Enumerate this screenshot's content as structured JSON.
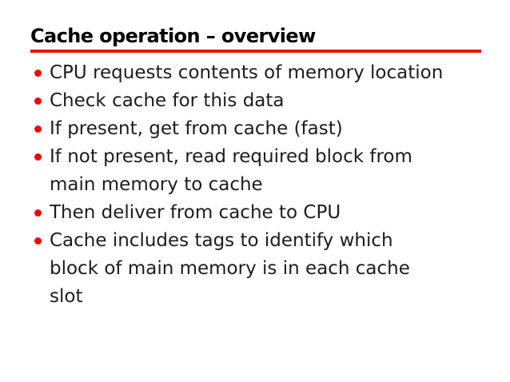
{
  "slide": {
    "title": "Cache operation – overview",
    "bullets": [
      {
        "lines": [
          "CPU requests contents of memory location"
        ]
      },
      {
        "lines": [
          "Check cache for this data"
        ]
      },
      {
        "lines": [
          "If present, get from cache (fast)"
        ]
      },
      {
        "lines": [
          "If not present, read required block from",
          "main memory to cache"
        ]
      },
      {
        "lines": [
          "Then deliver from cache to CPU"
        ]
      },
      {
        "lines": [
          "Cache includes tags to identify which",
          "block of main memory is in each cache",
          "slot"
        ]
      }
    ]
  },
  "colors": {
    "accent_red": "#ee0a0a",
    "title_color": "#000000",
    "body_color": "#1c1c1c",
    "background": "#ffffff"
  }
}
